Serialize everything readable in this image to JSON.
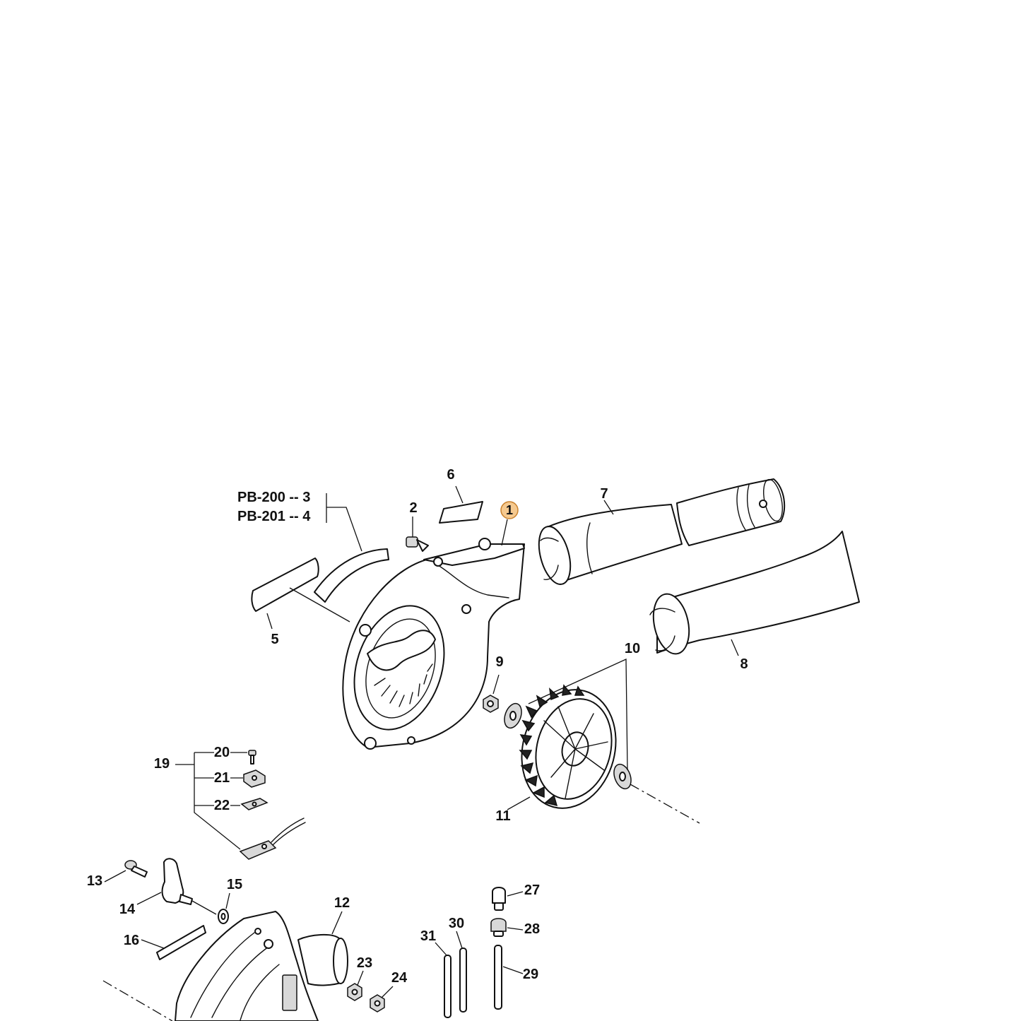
{
  "model_labels": {
    "pb200": "PB-200 -- 3",
    "pb201": "PB-201 -- 4"
  },
  "callouts": {
    "c1": "1",
    "c2": "2",
    "c5": "5",
    "c6": "6",
    "c7": "7",
    "c8": "8",
    "c9": "9",
    "c10": "10",
    "c11": "11",
    "c12": "12",
    "c13": "13",
    "c14": "14",
    "c15": "15",
    "c16": "16",
    "c19": "19",
    "c20": "20",
    "c21": "21",
    "c22": "22",
    "c23": "23",
    "c24": "24",
    "c27": "27",
    "c28": "28",
    "c29": "29",
    "c30": "30",
    "c31": "31"
  },
  "colors": {
    "highlight_fill": "#f5c98f",
    "highlight_stroke": "#c9822e",
    "line": "#111111"
  }
}
